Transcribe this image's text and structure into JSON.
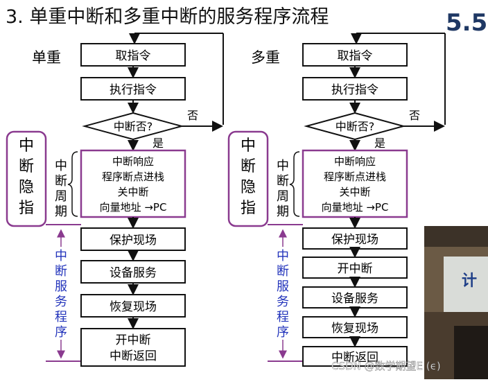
{
  "slide": {
    "title": "3. 单重中断和多重中断的服务程序流程",
    "section_number": "5.5"
  },
  "left": {
    "label": "单重",
    "steps": [
      "取指令",
      "执行指令"
    ],
    "decision": "中断否?",
    "no_label": "否",
    "yes_label": "是",
    "cycle_label": "中断周期",
    "cycle_lines": [
      "中断响应",
      "程序断点进栈",
      "关中断",
      "向量地址 →PC"
    ],
    "hidden_instruction": "中断隐指令",
    "isr_label": "中断服务程序",
    "isr_steps": [
      "保护现场",
      "设备服务",
      "恢复现场"
    ],
    "isr_last_lines": [
      "开中断",
      "中断返回"
    ]
  },
  "right": {
    "label": "多重",
    "steps": [
      "取指令",
      "执行指令"
    ],
    "decision": "中断否?",
    "no_label": "否",
    "yes_label": "是",
    "cycle_label": "中断周期",
    "cycle_lines": [
      "中断响应",
      "程序断点进栈",
      "关中断",
      "向量地址 →PC"
    ],
    "hidden_instruction": "中断隐指令",
    "isr_label": "中断服务程序",
    "isr_steps": [
      "保护现场",
      "开中断",
      "设备服务",
      "恢复现场",
      "中断返回"
    ]
  },
  "video_overlay": {
    "partial_text": "计"
  },
  "watermark": "CSDN @数学期望E (ϵ)",
  "colors": {
    "box_border": "#111111",
    "hidden_border": "#8a3a8f",
    "isr_text": "#2233bb",
    "arrow": "#111111"
  }
}
